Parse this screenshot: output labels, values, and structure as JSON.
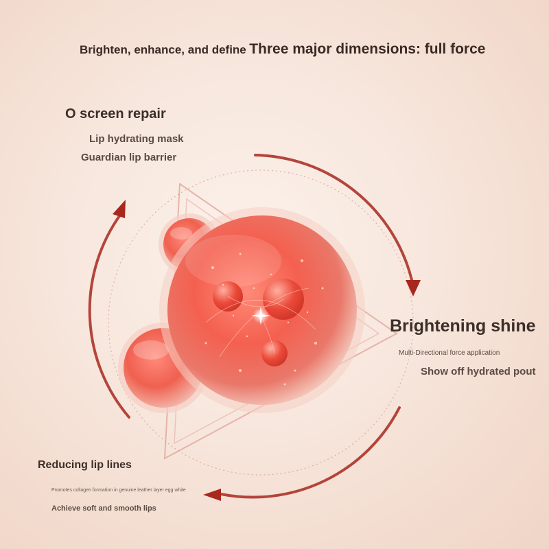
{
  "headline": {
    "prefix": "Brighten, enhance, and define",
    "main": "Three major dimensions: full force"
  },
  "section_repair": {
    "title": "O screen repair",
    "line1": "Lip hydrating mask",
    "line2": "Guardian lip barrier"
  },
  "section_shine": {
    "title": "Brightening shine",
    "line1": "Multi-Directional force application",
    "line2": "Show off hydrated pout"
  },
  "section_lines": {
    "title": "Reducing lip lines",
    "line1": "Promotes collagen formation in genuine leather layer egg white",
    "line2": "Achieve soft and smooth lips"
  },
  "colors": {
    "arrow": "#a8281e",
    "sphere": "#ee5a4c",
    "background": "#f7e6dc"
  }
}
